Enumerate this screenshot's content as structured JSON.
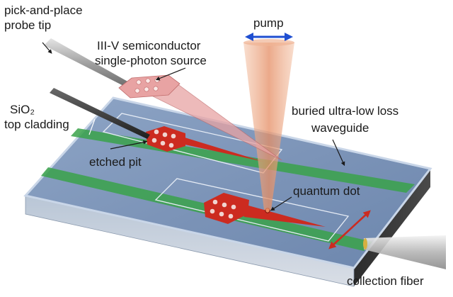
{
  "labels": {
    "probe_tip": [
      "pick-and-place",
      "probe tip"
    ],
    "source": [
      "III-V semiconductor",
      "single-photon source"
    ],
    "pump": "pump",
    "cladding": [
      "SiO₂",
      "top cladding"
    ],
    "waveguide": [
      "buried ultra-low loss",
      "waveguide"
    ],
    "etched_pit": "etched pit",
    "quantum_dot": "quantum dot",
    "collection_fiber": "collection fiber"
  },
  "colors": {
    "cladding": "#7f97ba",
    "waveguide": "#3aa24a",
    "device": "#cc2b20",
    "device_lifted": "#e8a3a3",
    "pump_beam": "#e9a07a",
    "polarization_arrow": "#1f4fd1",
    "emission_arrow": "#cc2b20",
    "substrate_side": "#3a3a3a",
    "probe": "#8f8f8f"
  }
}
